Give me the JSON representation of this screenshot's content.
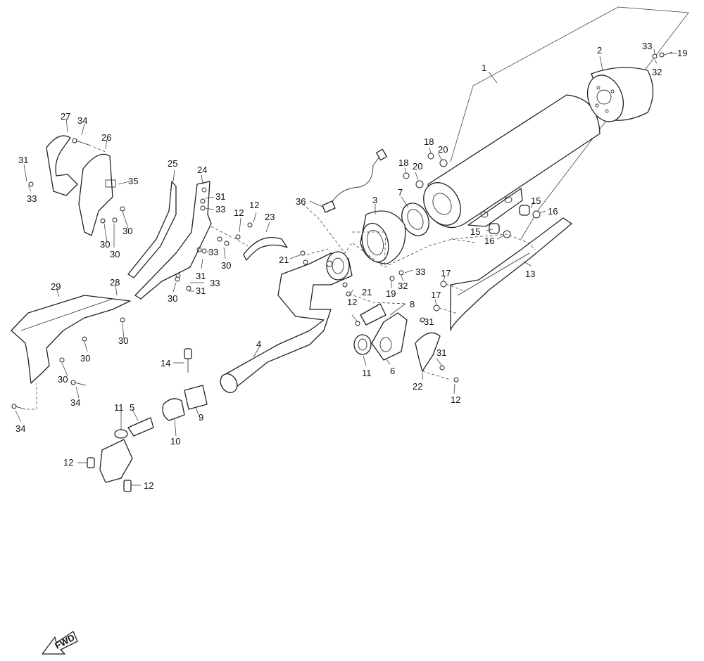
{
  "callouts": {
    "c1": "1",
    "c2": "2",
    "c3": "3",
    "c4": "4",
    "c5": "5",
    "c6": "6",
    "c7": "7",
    "c8": "8",
    "c9": "9",
    "c10": "10",
    "c11a": "11",
    "c11b": "11",
    "c12a": "12",
    "c12b": "12",
    "c12c": "12",
    "c12d": "12",
    "c12e": "12",
    "c13": "13",
    "c14": "14",
    "c15a": "15",
    "c15b": "15",
    "c16a": "16",
    "c16b": "16",
    "c17a": "17",
    "c17b": "17",
    "c18a": "18",
    "c18b": "18",
    "c19a": "19",
    "c19b": "19",
    "c20a": "20",
    "c20b": "20",
    "c21a": "21",
    "c21b": "21",
    "c22": "22",
    "c23": "23",
    "c24": "24",
    "c25": "25",
    "c26": "26",
    "c27": "27",
    "c28": "28",
    "c29": "29",
    "c30a": "30",
    "c30b": "30",
    "c30c": "30",
    "c30d": "30",
    "c30e": "30",
    "c30f": "30",
    "c30g": "30",
    "c30h": "30",
    "c31a": "31",
    "c31b": "31",
    "c31c": "31",
    "c31d": "31",
    "c31e": "31",
    "c31f": "31",
    "c32a": "32",
    "c32b": "32",
    "c33a": "33",
    "c33b": "33",
    "c33c": "33",
    "c33d": "33",
    "c33e": "33",
    "c33f": "33",
    "c34a": "34",
    "c34b": "34",
    "c34c": "34",
    "c35": "35",
    "c36": "36"
  },
  "fwd_label": "FWD",
  "icons": {
    "forward_arrow": "fwd-arrow-icon"
  },
  "colors": {
    "line": "#222222",
    "background": "#ffffff"
  }
}
